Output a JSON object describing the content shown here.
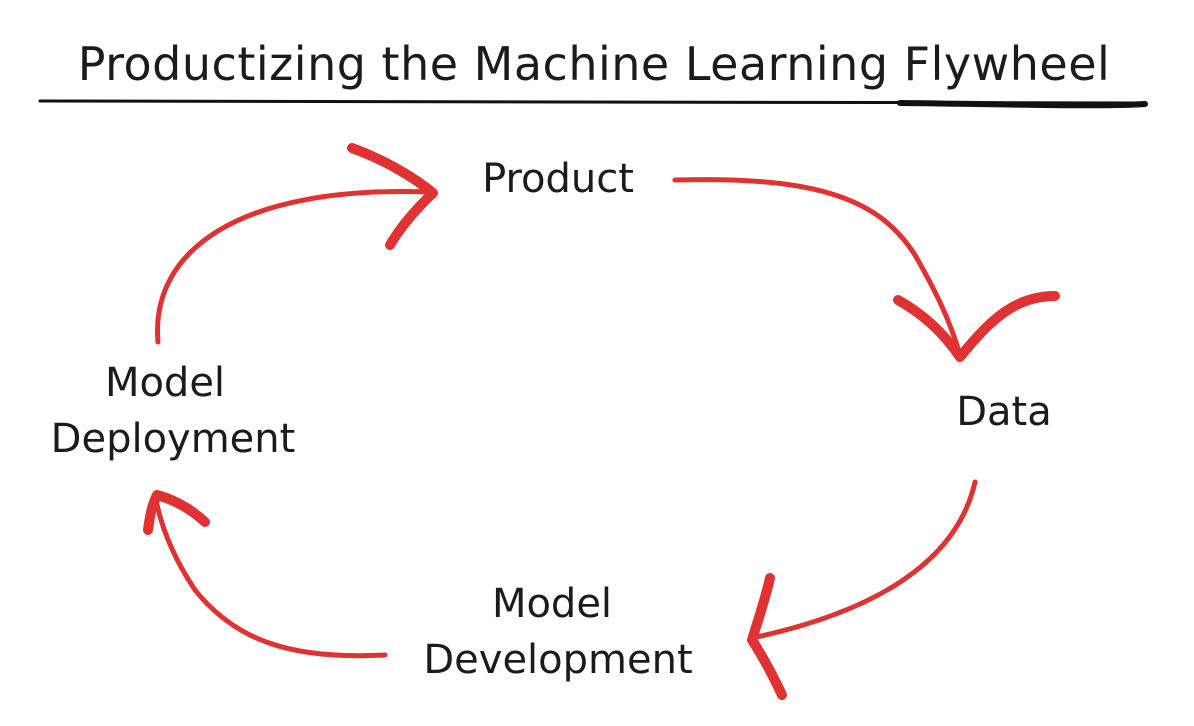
{
  "title": "Productizing the Machine Learning Flywheel",
  "nodes": {
    "product": "Product",
    "data": "Data",
    "model_development": [
      "Model",
      "Development"
    ],
    "model_deployment": [
      "Model",
      "Deployment"
    ]
  },
  "colors": {
    "arrow": "#e03232",
    "text": "#1b1b1b",
    "underline": "#111111",
    "background": "#ffffff"
  },
  "edges": [
    {
      "from": "product",
      "to": "data"
    },
    {
      "from": "data",
      "to": "model_development"
    },
    {
      "from": "model_development",
      "to": "model_deployment"
    },
    {
      "from": "model_deployment",
      "to": "product"
    }
  ]
}
